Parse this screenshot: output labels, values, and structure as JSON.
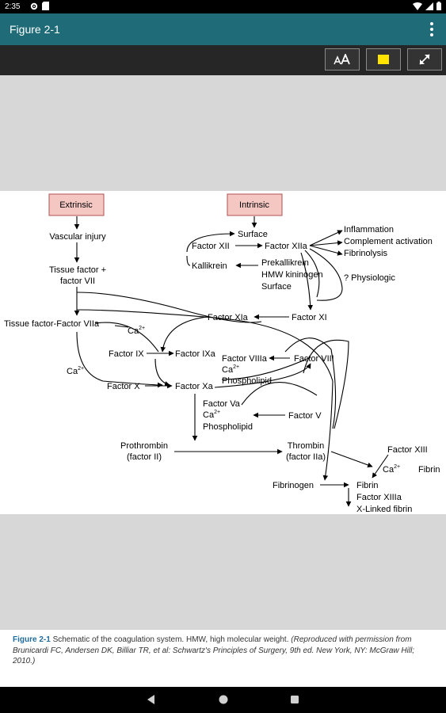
{
  "status_bar": {
    "time": "2:35"
  },
  "app_bar": {
    "title": "Figure 2-1"
  },
  "toolbar": {
    "highlight_color": "#ffe400"
  },
  "diagram": {
    "extrinsic": "Extrinsic",
    "intrinsic": "Intrinsic",
    "vascular_injury": "Vascular injury",
    "tissue_factor_1": "Tissue factor +",
    "tissue_factor_2": "factor VII",
    "tf_viia": "Tissue factor-Factor VIIa",
    "surface": "Surface",
    "factor_xii": "Factor XII",
    "factor_xiia": "Factor XIIa",
    "inflammation": "Inflammation",
    "complement": "Complement activation",
    "fibrinolysis": "Fibrinolysis",
    "physiologic": "? Physiologic",
    "kallikrein": "Kallikrein",
    "prekallikrein": "Prekallikrein",
    "hmw_kininogen": "HMW kininogen",
    "surface2": "Surface",
    "factor_xia": "Factor XIa",
    "factor_xi": "Factor XI",
    "ca": "Ca",
    "sup2plus": "2+",
    "factor_ix": "Factor IX",
    "factor_ixa": "Factor IXa",
    "factor_viiia": "Factor VIIIa",
    "factor_viii": "Factor VIII",
    "phospholipid": "Phospholipid",
    "factor_x": "Factor X",
    "factor_xa": "Factor Xa",
    "factor_va": "Factor Va",
    "factor_v": "Factor V",
    "prothrombin_1": "Prothrombin",
    "prothrombin_2": "(factor II)",
    "thrombin_1": "Thrombin",
    "thrombin_2": "(factor IIa)",
    "factor_xiii": "Factor XIII",
    "fibrin_label": "Fibrin",
    "fibrinogen": "Fibrinogen",
    "fibrin": "Fibrin",
    "factor_xiiia": "Factor XIIIa",
    "x_linked_fibrin": "X-Linked fibrin"
  },
  "caption": {
    "label": "Figure 2-1",
    "text": " Schematic of the coagulation system. HMW, high molecular weight. ",
    "citation": "(Reproduced with permission from Brunicardi FC, Andersen DK, Billiar TR, et al: Schwartz's Principles of Surgery, 9th ed. New York, NY: McGraw Hill; 2010.)"
  },
  "colors": {
    "app_bar": "#1f6b78",
    "toolbar": "#262626",
    "box_fill": "#f4c7c3",
    "box_border": "#b05050",
    "caption_label": "#1f6b9a"
  }
}
